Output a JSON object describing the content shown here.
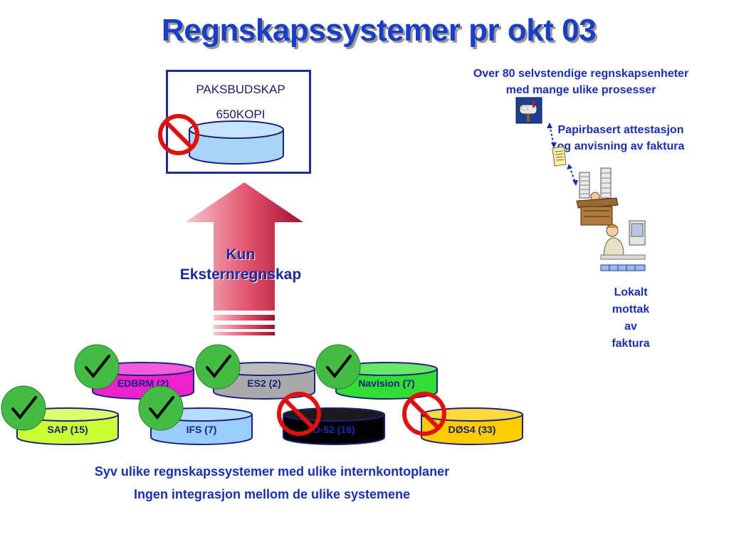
{
  "title": "Regnskapssystemer pr okt 03",
  "top_database": {
    "line1": "PAKSBUDSKAP",
    "line2": "650KOPI"
  },
  "arrow_label": {
    "line1": "Kun",
    "line2": "Eksternregnskap"
  },
  "right_panel": {
    "heading_line1": "Over 80 selvstendige regnskapsenheter",
    "heading_line2": "med mange ulike prosesser",
    "attest_line1": "Papirbasert attestasjon",
    "attest_line2": "og anvisning av faktura",
    "local_line1": "Lokalt",
    "local_line2": "mottak",
    "local_line3": "av",
    "local_line4": "faktura"
  },
  "systems": {
    "edbrm": {
      "label": "EDBRM (2)",
      "color": "#ee22cc",
      "status": "check"
    },
    "es2": {
      "label": "ES2 (2)",
      "color": "#a9a9a9",
      "status": "check"
    },
    "navision": {
      "label": "Navision (7)",
      "color": "#33dd33",
      "status": "check"
    },
    "sap": {
      "label": "SAP (15)",
      "color": "#ccff33",
      "status": "check"
    },
    "ifs": {
      "label": "IFS (7)",
      "color": "#99ccff",
      "status": "check"
    },
    "d52": {
      "label": "D-52 (16)",
      "color": "#000000",
      "status": "prohibited"
    },
    "dos4": {
      "label": "DØS4 (33)",
      "color": "#ffcc00",
      "status": "prohibited"
    }
  },
  "bottom_text": {
    "line1": "Syv ulike regnskapssystemer med ulike internkontoplaner",
    "line2": "Ingen integrasjon mellom de ulike systemene"
  },
  "colors": {
    "title": "#1a3fc4",
    "text_blue": "#1a2fb0",
    "arrow": "#d8304a",
    "check_circle": "#44bb44",
    "prohibited": "#e01010",
    "cylinder_outline": "#1a237e"
  }
}
